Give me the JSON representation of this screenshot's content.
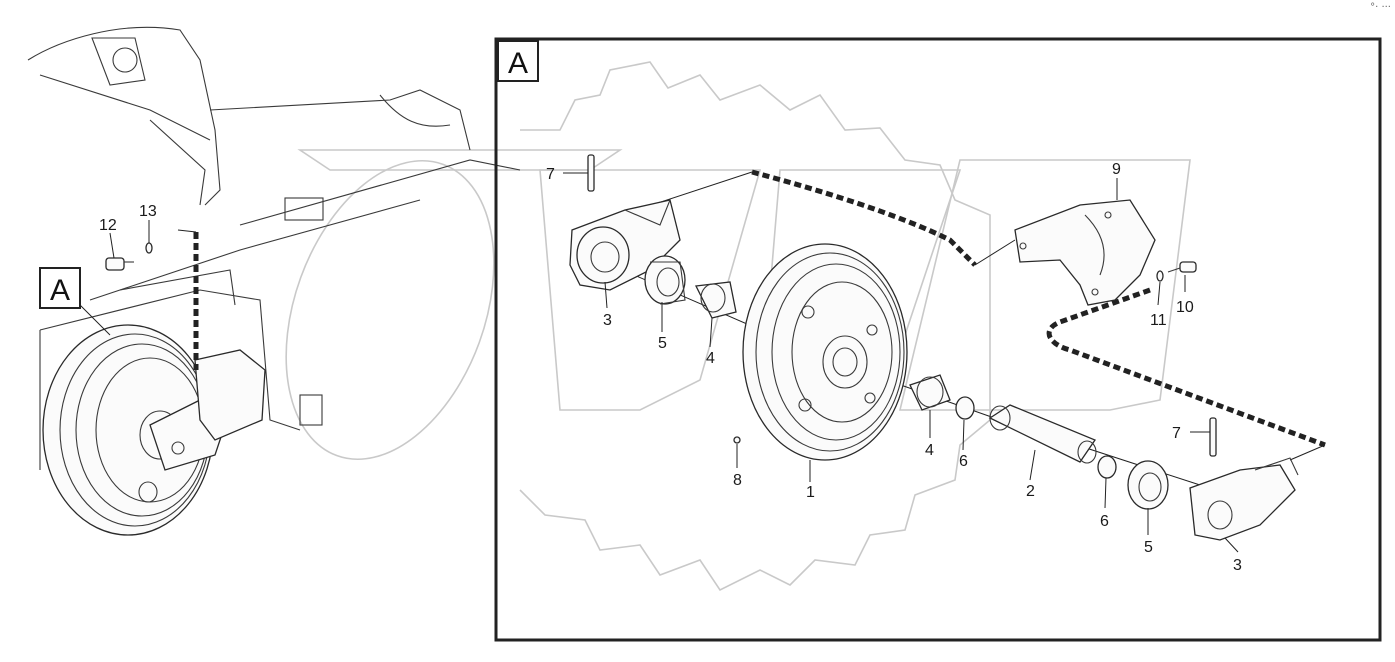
{
  "corner_mark": "°· ···",
  "detail_label_main": "A",
  "detail_label_box": "A",
  "callouts": {
    "p1": "1",
    "p2": "2",
    "p3_left": "3",
    "p3_right": "3",
    "p4_left": "4",
    "p4_right": "4",
    "p5_left": "5",
    "p5_right": "5",
    "p6_top": "6",
    "p6_bottom": "6",
    "p7_left": "7",
    "p7_right": "7",
    "p8": "8",
    "p9": "9",
    "p10": "10",
    "p11": "11",
    "p12": "12",
    "p13": "13"
  }
}
